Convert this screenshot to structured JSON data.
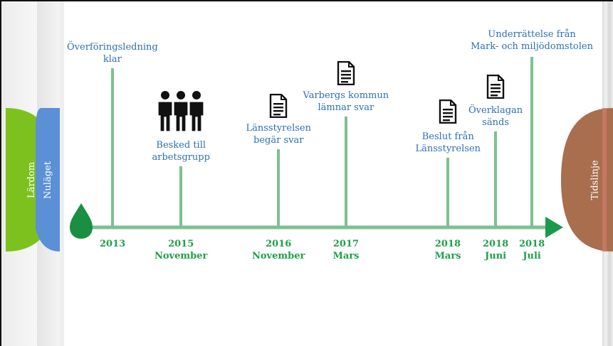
{
  "side_tabs": {
    "lardom": "Lärdom",
    "nulaget": "Nuläget",
    "tidslinje": "Tidslinje"
  },
  "colors": {
    "lardom": "#7dc11f",
    "nulaget": "#5b8fd6",
    "tidslinje": "#a86e4d",
    "axis": "#7cc18f",
    "arrow": "#1a9a4a",
    "drop": "#1a8f43",
    "label": "#2d6fb6",
    "date": "#1fa049"
  },
  "events": [
    {
      "label": [
        "Överföringsledning",
        "klar"
      ],
      "date": [
        "2013"
      ],
      "icon": "none"
    },
    {
      "label": [
        "Besked till",
        "arbetsgrupp"
      ],
      "date": [
        "2015",
        "November"
      ],
      "icon": "people-icon"
    },
    {
      "label": [
        "Länsstyrelsen",
        "begär svar"
      ],
      "date": [
        "2016",
        "November"
      ],
      "icon": "document-icon"
    },
    {
      "label": [
        "Varbergs kommun",
        "lämnar svar"
      ],
      "date": [
        "2017",
        "Mars"
      ],
      "icon": "document-icon"
    },
    {
      "label": [
        "Beslut från",
        "Länsstyrelsen"
      ],
      "date": [
        "2018",
        "Mars"
      ],
      "icon": "document-icon"
    },
    {
      "label": [
        "Överklagan",
        "sänds"
      ],
      "date": [
        "2018",
        "Juni"
      ],
      "icon": "document-icon"
    },
    {
      "label": [
        "Underrättelse från",
        "Mark- och miljödomstolen"
      ],
      "date": [
        "2018",
        "Juli"
      ],
      "icon": "none"
    }
  ]
}
